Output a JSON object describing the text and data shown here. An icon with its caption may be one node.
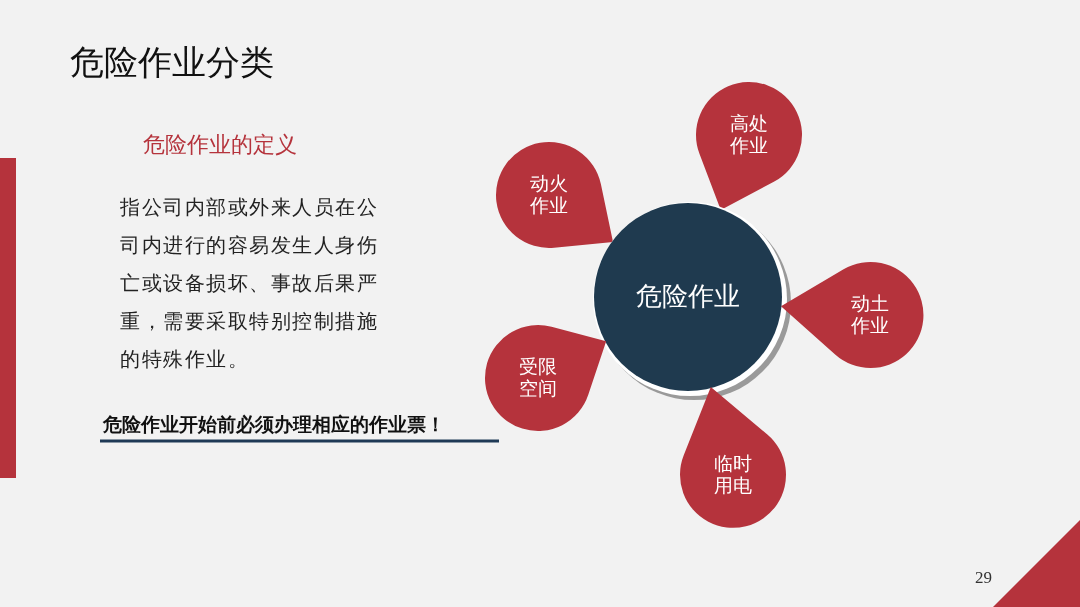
{
  "diagram": {
    "title": "危险作业分类",
    "nodes": [
      {
        "text": [
          "高处作业"
        ]
      },
      {
        "text": [
          "动火作业"
        ]
      },
      {
        "text": [
          "危险作业"
        ]
      },
      {
        "text": [
          "动土作业"
        ]
      },
      {
        "text": [
          "受限空间"
        ]
      },
      {
        "text": [
          "临时用电"
        ]
      }
    ],
    "labels": [
      "危险作业的定义",
      "指公司内部或外来人员在公司内进行的容易发生人身伤亡或设备损坏、事故后果严重，需要采取特别控制措施的特殊作业。",
      "危险作业开始前必须办理相应的作业票！",
      "29"
    ]
  }
}
